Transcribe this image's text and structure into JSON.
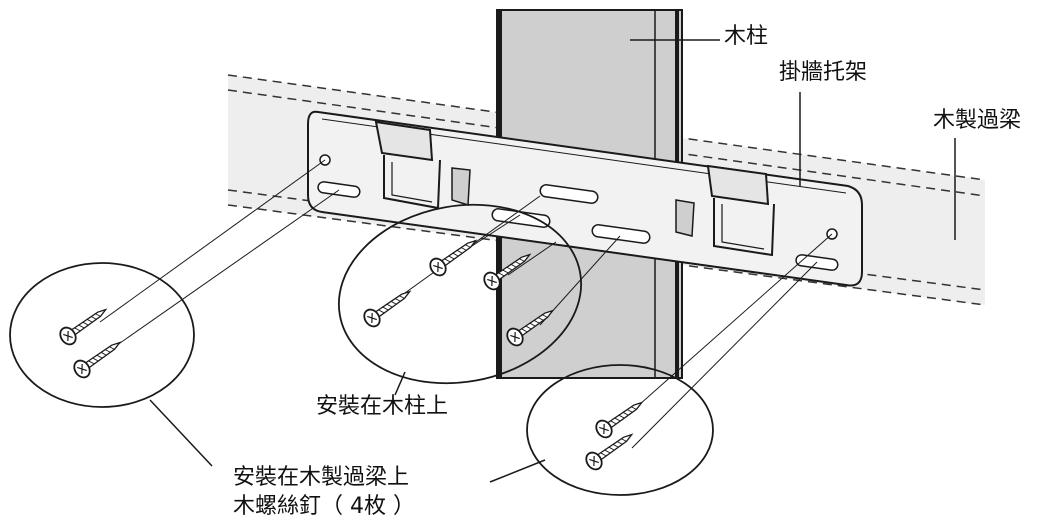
{
  "labels": {
    "wood_post": "木柱",
    "wall_bracket": "掛牆托架",
    "wood_beam": "木製過梁",
    "install_on_post": "安裝在木柱上",
    "install_on_beam": "安裝在木製過梁上",
    "screws": "木螺絲釘（ 4枚 ）"
  },
  "colors": {
    "line": "#1a1a1a",
    "beam_fill": "#eeeeee",
    "post_fill": "#cfcfcf",
    "bracket_fill": "#f2f2f2",
    "screw_fill": "#ffffff"
  }
}
